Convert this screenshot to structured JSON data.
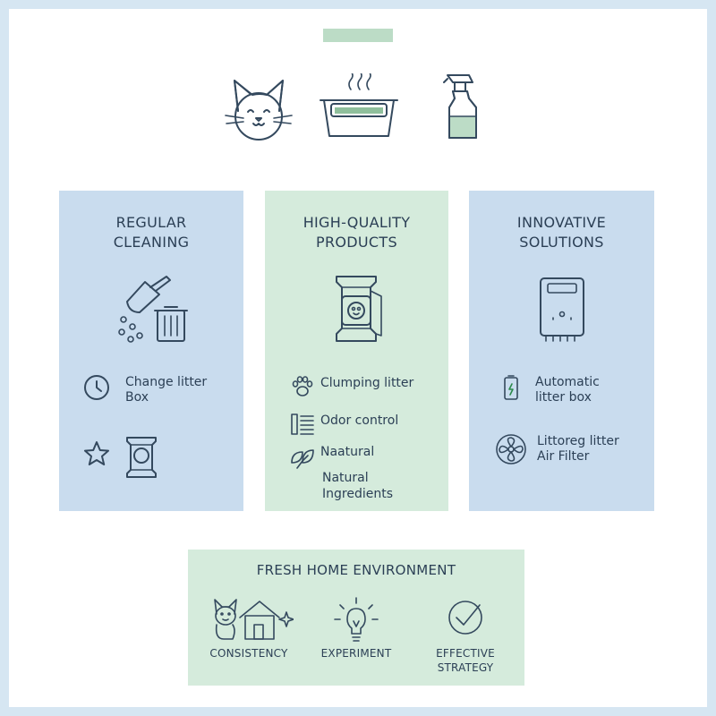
{
  "columns": [
    {
      "title": "REGULAR\nCLEANING",
      "features": [
        {
          "icon": "clock-icon",
          "label": "Change litter\nBox"
        },
        {
          "icon": "star-icon",
          "label": ""
        }
      ]
    },
    {
      "title": "HIGH-QUALITY\nPRODUCTS",
      "features": [
        {
          "icon": "paw-icon",
          "label": "Clumping litter"
        },
        {
          "icon": "filter-icon",
          "label": "Odor control"
        },
        {
          "icon": "leaf-icon",
          "label": "Naatural"
        }
      ],
      "extra_text": "Natural\nIngredients"
    },
    {
      "title": "INNOVATIVE\nSOLUTIONS",
      "features": [
        {
          "icon": "battery-icon",
          "label": "Automatic\nlitter box"
        },
        {
          "icon": "fan-icon",
          "label": "Littoreg litter\nAir Filter"
        }
      ]
    }
  ],
  "bottom": {
    "title": "FRESH HOME ENVIRONMENT",
    "pillars": [
      {
        "icon": "cat-house-icon",
        "label": "CONSISTENCY"
      },
      {
        "icon": "lightbulb-icon",
        "label": "EXPERIMENT"
      },
      {
        "icon": "checkmark-icon",
        "label": "EFFECTIVE\nSTRATEGY"
      }
    ]
  },
  "colors": {
    "background": "#d6e6f2",
    "panel_blue": "#c9dcee",
    "panel_green": "#d5ebdc",
    "ink": "#2b3f55",
    "accent_green": "#bcdcc6"
  }
}
